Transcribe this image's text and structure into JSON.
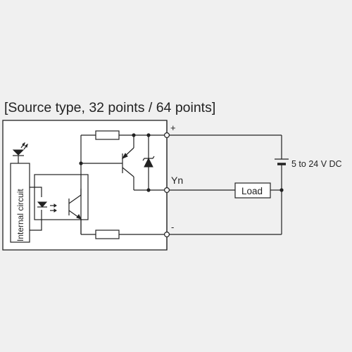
{
  "title": "[Source type, 32 points / 64 points]",
  "labels": {
    "plus": "+",
    "minus": "-",
    "terminal": "Yn",
    "supply": "5 to 24 V DC",
    "load": "Load",
    "internal": "Internal circuit"
  },
  "colors": {
    "line": "#222222",
    "background": "#f0f0f0",
    "box_fill": "#ffffff"
  }
}
